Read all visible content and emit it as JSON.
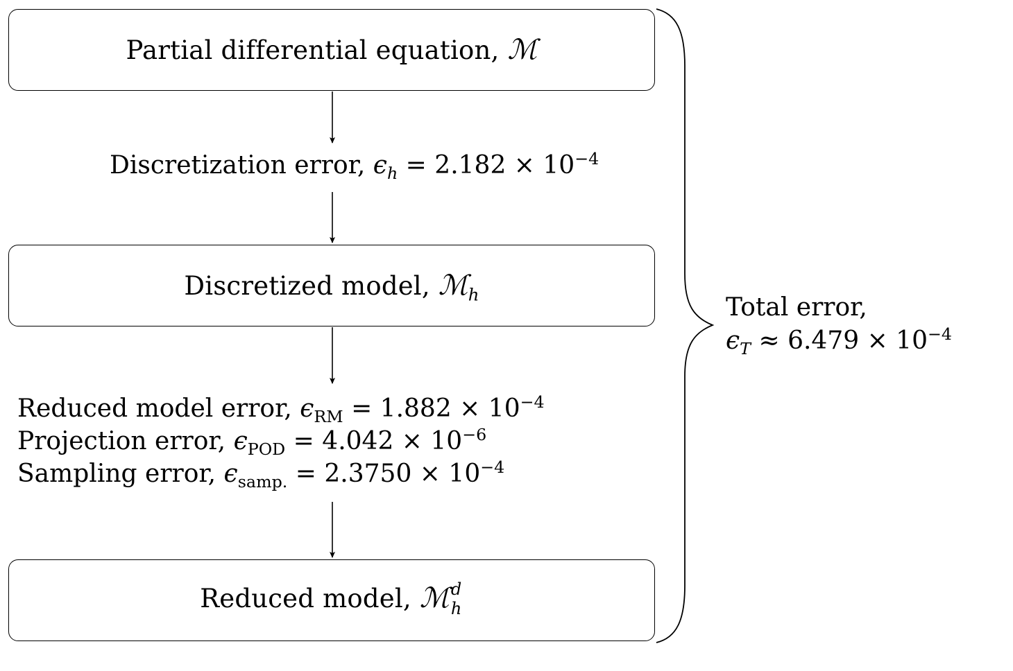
{
  "boxes": {
    "pde": {
      "text": "Partial differential equation, ",
      "symbol": "ℳ",
      "sub": "",
      "sup": ""
    },
    "discretized": {
      "text": "Discretized model, ",
      "symbol": "ℳ",
      "sub": "h",
      "sup": ""
    },
    "reduced": {
      "text": "Reduced model, ",
      "symbol": "ℳ",
      "sub": "h",
      "sup": "d"
    }
  },
  "errors": {
    "discretization": {
      "text": "Discretization error, ",
      "symbol": "ϵ",
      "sub": "h",
      "value": " = 2.182 × 10",
      "exp": "−4"
    },
    "reduced_model": {
      "text": "Reduced model error, ",
      "symbol": "ϵ",
      "sub": "RM",
      "value": " = 1.882 × 10",
      "exp": "−4"
    },
    "projection": {
      "text": "Projection error, ",
      "symbol": "ϵ",
      "sub": "POD",
      "value": " = 4.042 × 10",
      "exp": "−6"
    },
    "sampling": {
      "text": "Sampling error, ",
      "symbol": "ϵ",
      "sub": "samp.",
      "value": " = 2.3750 × 10",
      "exp": "−4"
    }
  },
  "total": {
    "line1": "Total error,",
    "symbol": "ϵ",
    "sub": "T",
    "value": " ≈ 6.479 × 10",
    "exp": "−4"
  }
}
